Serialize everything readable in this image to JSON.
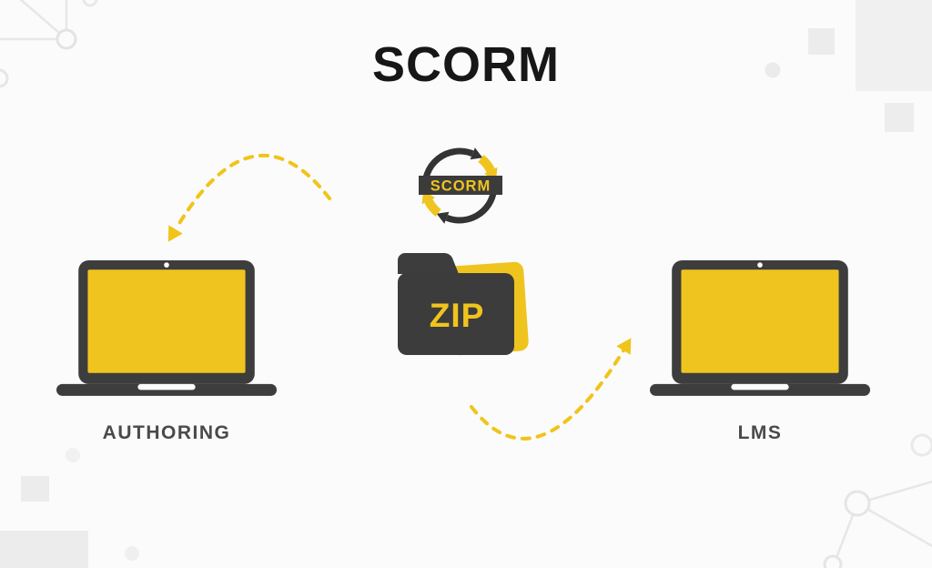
{
  "title": "SCORM",
  "diagram": {
    "sync_badge_label": "SCORM",
    "zip_label": "ZIP",
    "left_node": {
      "label": "AUTHORING",
      "icon": "laptop-icon"
    },
    "right_node": {
      "label": "LMS",
      "icon": "laptop-icon"
    },
    "center": {
      "cycle_icon": "sync-cycle-icon",
      "package_icon": "zip-folder-icon"
    },
    "arrows": [
      {
        "name": "package-to-authoring",
        "style": "dashed",
        "direction": "center-to-left-laptop"
      },
      {
        "name": "package-to-lms",
        "style": "dashed",
        "direction": "center-to-right-laptop"
      }
    ]
  },
  "colors": {
    "accent_yellow": "#F0C41E",
    "dark_charcoal": "#3C3C3C",
    "title_text": "#171717",
    "label_text": "#4A4A4A",
    "background": "#FBFBFB",
    "decoration_gray": "#ECECEC"
  }
}
